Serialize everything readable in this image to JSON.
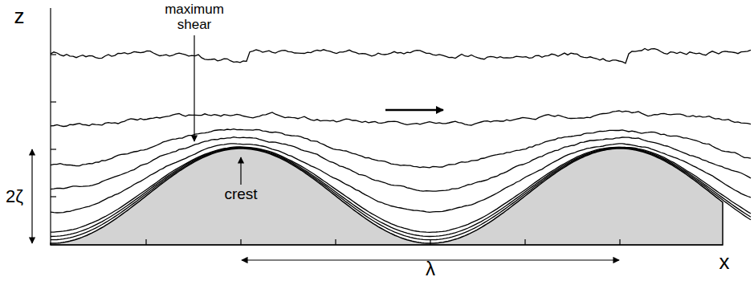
{
  "diagram": {
    "labels": [
      "z",
      "maximum shear",
      "crest",
      "2ζ",
      "λ",
      "x"
    ]
  }
}
